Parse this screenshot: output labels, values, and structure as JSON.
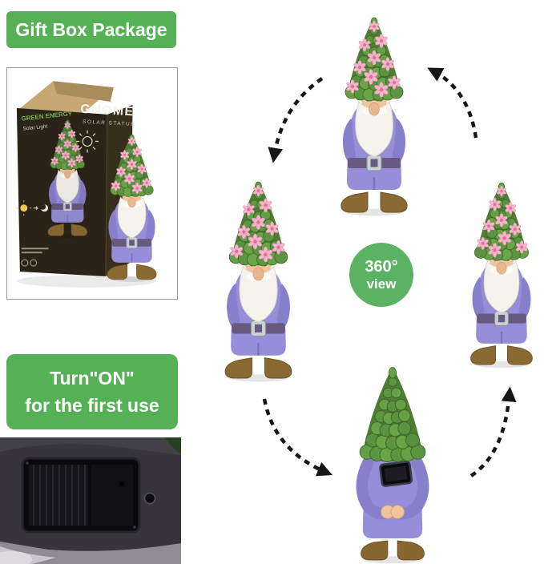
{
  "banners": {
    "gift_box": "Gift Box Package",
    "turn_on_line1": "Turn\"ON\"",
    "turn_on_line2": "for the first use"
  },
  "rotation_badge": {
    "degrees": "360°",
    "label": "view"
  },
  "box": {
    "brand": "GREEN ENERGY",
    "brand_sub": "Solar Light",
    "title": "GNOME",
    "subtitle": "SOLAR STATUE"
  },
  "colors": {
    "banner_green": "#56b156",
    "badge_green": "#5bb262",
    "gnome_purple": "#968ed8",
    "hat_green": "#5d9440",
    "flower_pink": "#f5b5cd",
    "beard_white": "#f6f3ed",
    "boot_brown": "#8a6a33",
    "arrow_black": "#161616",
    "panel_black": "#0a0a0d"
  }
}
